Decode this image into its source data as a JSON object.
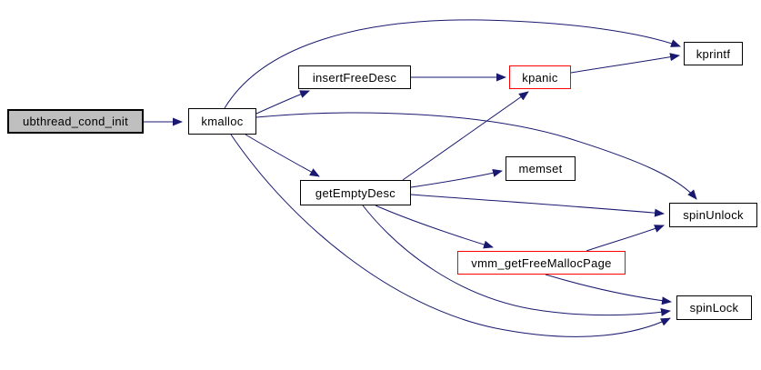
{
  "diagram": {
    "type": "call-graph",
    "colors": {
      "background": "#ffffff",
      "edge": "#191970",
      "node_border": "#000000",
      "highlight_border": "#ff0000",
      "root_fill": "#bfbfbf",
      "node_fill": "#ffffff",
      "text": "#000000"
    },
    "nodes": [
      {
        "id": "ubthread_cond_init",
        "label": "ubthread_cond_init",
        "kind": "root"
      },
      {
        "id": "kmalloc",
        "label": "kmalloc",
        "kind": "normal"
      },
      {
        "id": "insertFreeDesc",
        "label": "insertFreeDesc",
        "kind": "normal"
      },
      {
        "id": "kpanic",
        "label": "kpanic",
        "kind": "highlight"
      },
      {
        "id": "kprintf",
        "label": "kprintf",
        "kind": "normal"
      },
      {
        "id": "getEmptyDesc",
        "label": "getEmptyDesc",
        "kind": "normal"
      },
      {
        "id": "memset",
        "label": "memset",
        "kind": "normal"
      },
      {
        "id": "spinUnlock",
        "label": "spinUnlock",
        "kind": "normal"
      },
      {
        "id": "vmm_getFreeMallocPage",
        "label": "vmm_getFreeMallocPage",
        "kind": "highlight"
      },
      {
        "id": "spinLock",
        "label": "spinLock",
        "kind": "normal"
      }
    ],
    "edges": [
      {
        "from": "ubthread_cond_init",
        "to": "kmalloc"
      },
      {
        "from": "kmalloc",
        "to": "kprintf"
      },
      {
        "from": "kmalloc",
        "to": "insertFreeDesc"
      },
      {
        "from": "kmalloc",
        "to": "getEmptyDesc"
      },
      {
        "from": "kmalloc",
        "to": "spinUnlock"
      },
      {
        "from": "kmalloc",
        "to": "spinLock"
      },
      {
        "from": "insertFreeDesc",
        "to": "kpanic"
      },
      {
        "from": "kpanic",
        "to": "kprintf"
      },
      {
        "from": "getEmptyDesc",
        "to": "kpanic"
      },
      {
        "from": "getEmptyDesc",
        "to": "memset"
      },
      {
        "from": "getEmptyDesc",
        "to": "spinUnlock"
      },
      {
        "from": "getEmptyDesc",
        "to": "vmm_getFreeMallocPage"
      },
      {
        "from": "getEmptyDesc",
        "to": "spinLock"
      },
      {
        "from": "vmm_getFreeMallocPage",
        "to": "spinUnlock"
      },
      {
        "from": "vmm_getFreeMallocPage",
        "to": "spinLock"
      }
    ]
  }
}
